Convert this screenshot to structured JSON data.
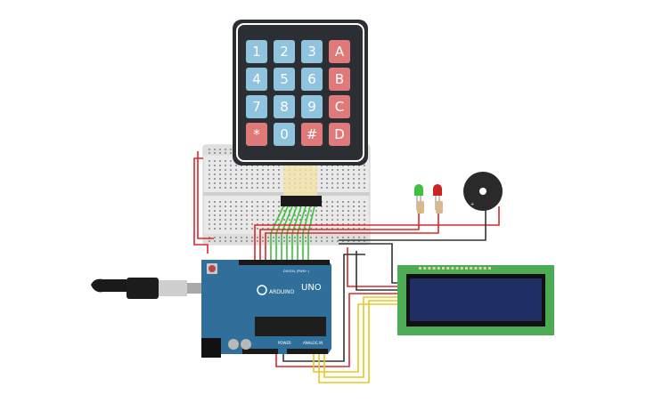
{
  "keypad": {
    "rows": [
      [
        "1",
        "2",
        "3",
        "A"
      ],
      [
        "4",
        "5",
        "6",
        "B"
      ],
      [
        "7",
        "8",
        "9",
        "C"
      ],
      [
        "*",
        "0",
        "#",
        "D"
      ]
    ],
    "number_key_color": "#8fc3de",
    "letter_key_color": "#e07a7a",
    "body_color": "#2b2f33"
  },
  "arduino": {
    "brand": "ARDUINO",
    "model": "UNO",
    "digital_label": "DIGITAL (PWM~)",
    "power_label": "POWER",
    "analog_label": "ANALOG IN",
    "board_color": "#2f6f9a"
  },
  "lcd": {
    "board_color": "#4daa55",
    "screen_color": "#1f2f66"
  },
  "leds": [
    {
      "color": "green"
    },
    {
      "color": "red"
    }
  ],
  "wire_colors": {
    "red": "#d9282b",
    "green": "#3ec13e",
    "yellow": "#e8c820",
    "dark": "#333333"
  }
}
